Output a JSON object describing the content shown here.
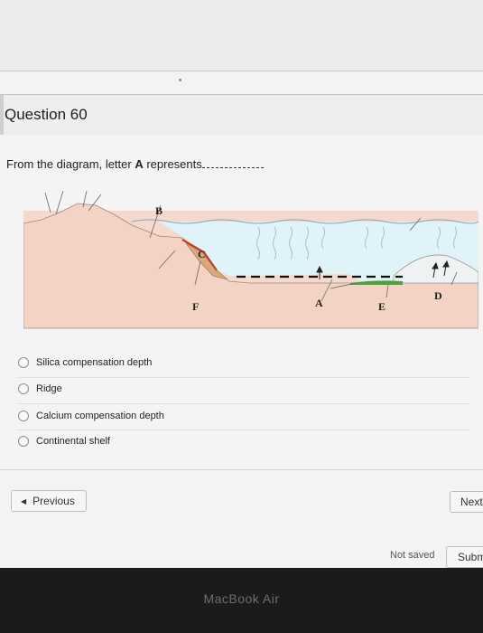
{
  "question": {
    "title": "Question 60",
    "prompt_text": "From the diagram, letter ",
    "prompt_bold": "A",
    "prompt_tail": " represents"
  },
  "diagram": {
    "labels": {
      "a": "A",
      "b": "B",
      "c": "C",
      "d": "D",
      "e": "E",
      "f": "F"
    }
  },
  "options": [
    {
      "label": "Silica compensation depth",
      "selected": false
    },
    {
      "label": "Ridge",
      "selected": false
    },
    {
      "label": "Calcium compensation depth",
      "selected": false
    },
    {
      "label": "Continental shelf",
      "selected": false
    }
  ],
  "footer": {
    "previous_label": "Previous",
    "next_label": "Next",
    "status": "Not saved",
    "submit_label": "Submit"
  },
  "device": {
    "label": "MacBook Air"
  },
  "colors": {
    "ocean": "#dff3f8",
    "land": "#f1d2c4",
    "green": "#4aa33f",
    "red": "#c0392b"
  }
}
